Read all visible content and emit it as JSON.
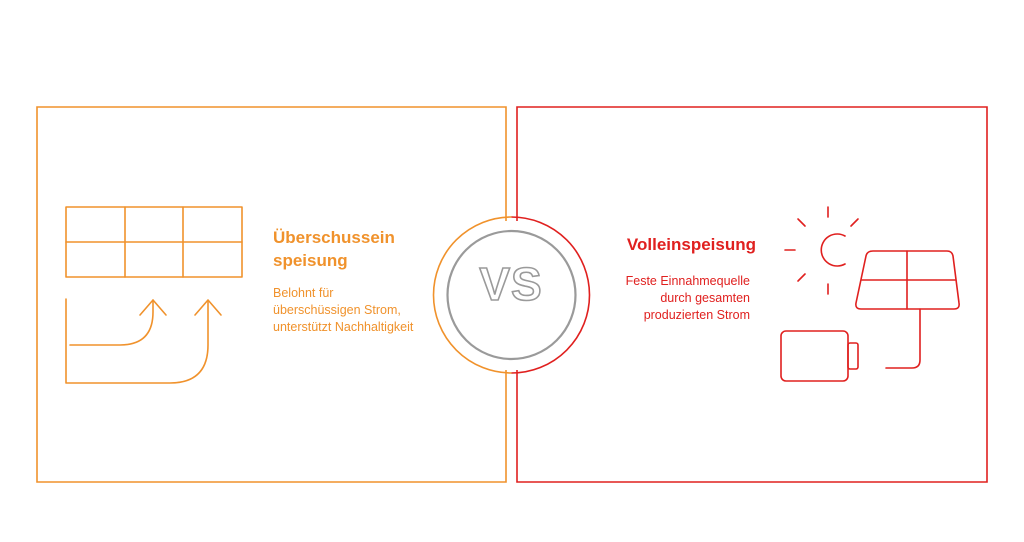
{
  "left_panel": {
    "title": "Überschussein speisung",
    "description": "Belohnt für überschüssigen Strom, unterstützt Nachhaltigkeit",
    "color": "#f0922c"
  },
  "right_panel": {
    "title": "Volleinspeisung",
    "description": "Feste Einnahmequelle durch gesamten produzierten Strom",
    "color": "#e0201f"
  },
  "center": {
    "label": "VS",
    "ring_color": "#9a9a9a"
  },
  "icons": {
    "left": "solar-grid-export-icon",
    "right_sun": "sun-icon",
    "right_panel": "solar-panel-icon",
    "right_battery": "battery-icon"
  }
}
